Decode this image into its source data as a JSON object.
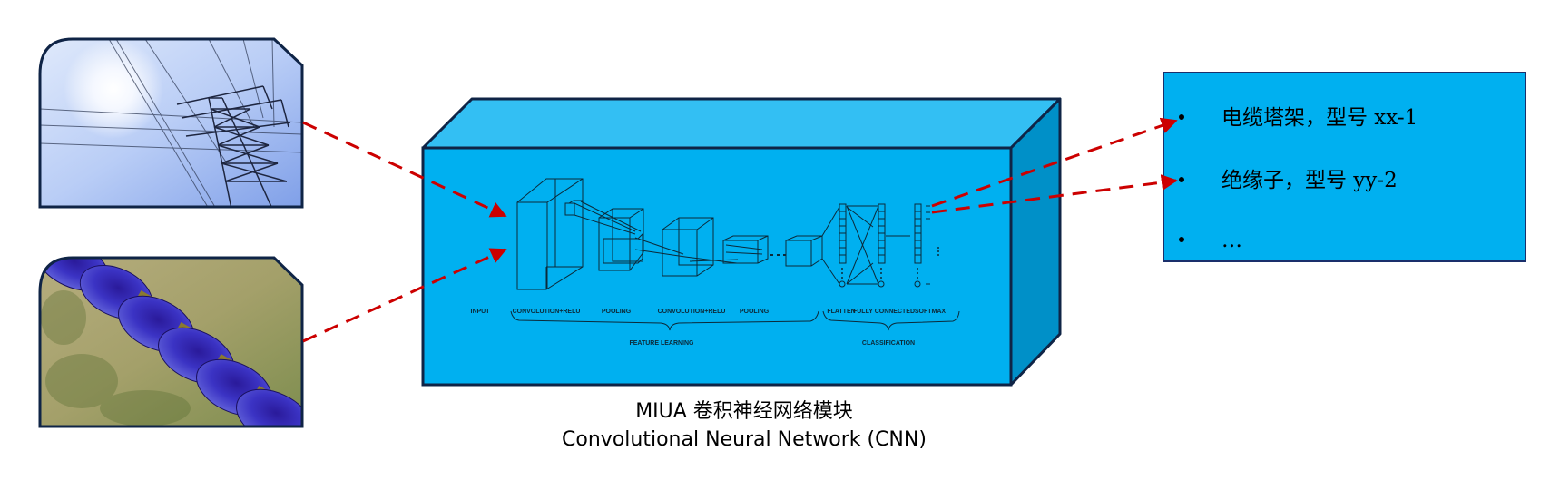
{
  "colors": {
    "frame_border": "#0f2446",
    "cube_front": "#00b0f0",
    "cube_top": "#33bff3",
    "cube_side": "#0090c8",
    "result_box": "#00b0f0",
    "result_border": "#1a2f6b",
    "arrow": "#cc0000",
    "wire": "#0b2a3a"
  },
  "inputs": [
    {
      "name": "power-tower-image",
      "description": "transmission tower against sky"
    },
    {
      "name": "insulator-image",
      "description": "blue string insulator over grass"
    }
  ],
  "cnn_module": {
    "stage_labels": [
      "INPUT",
      "CONVOLUTION+RELU",
      "POOLING",
      "CONVOLUTION+RELU",
      "POOLING",
      "FLATTEN",
      "FULLY CONNECTED",
      "SOFTMAX"
    ],
    "group_feature": "FEATURE LEARNING",
    "group_classification": "CLASSIFICATION"
  },
  "caption": {
    "line1": "MIUA 卷积神经网络模块",
    "line2": "Convolutional Neural Network (CNN)"
  },
  "results": {
    "bullet": "•",
    "items": [
      "电缆塔架，型号 xx-1",
      "绝缘子，型号 yy-2",
      "…"
    ]
  }
}
